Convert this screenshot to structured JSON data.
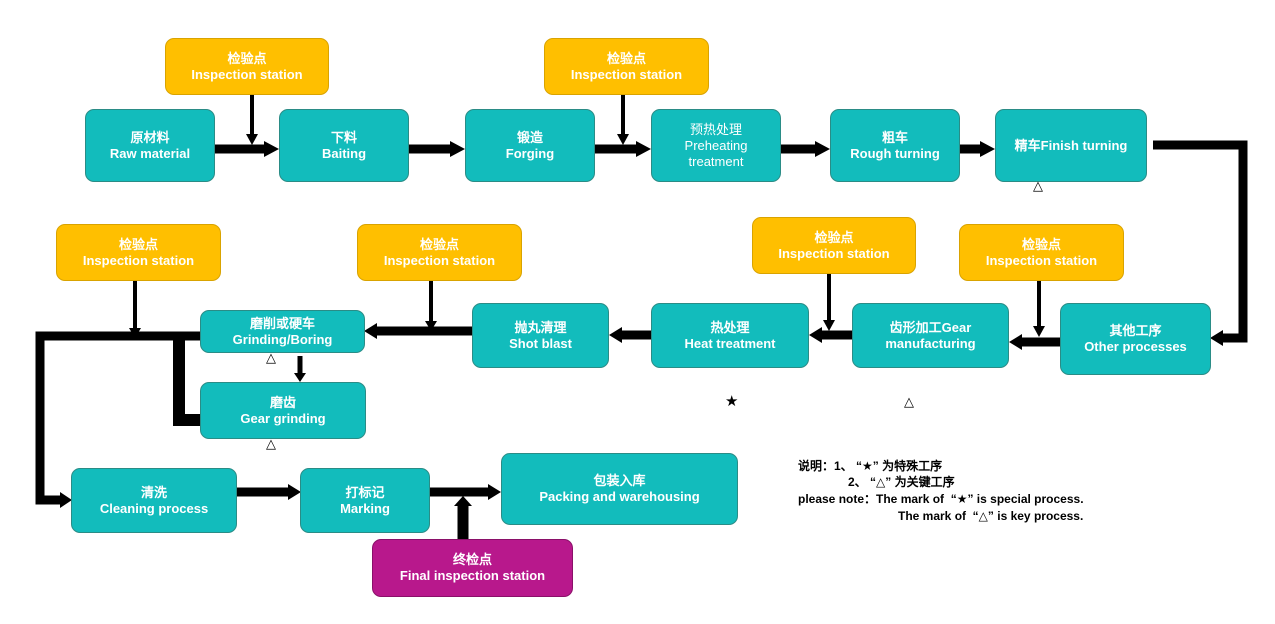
{
  "nodes": {
    "raw_material": {
      "cn": "原材料",
      "en": "Raw material"
    },
    "baiting": {
      "cn": "下料",
      "en": "Baiting"
    },
    "forging": {
      "cn": "锻造",
      "en": "Forging"
    },
    "preheating": {
      "cn": "预热处理",
      "en1": "Preheating",
      "en2": "treatment"
    },
    "rough_turning": {
      "cn": "粗车",
      "en": "Rough turning"
    },
    "finish_turning": {
      "label": "精车Finish turning"
    },
    "other_processes": {
      "cn": "其他工序",
      "en": "Other processes"
    },
    "gear_manufacturing": {
      "cn": "齿形加工Gear",
      "en": "manufacturing"
    },
    "heat_treatment": {
      "cn": "热处理",
      "en": "Heat treatment"
    },
    "shot_blast": {
      "cn": "抛丸清理",
      "en": "Shot blast"
    },
    "grinding_boring": {
      "cn": "磨削或硬车",
      "en": "Grinding/Boring"
    },
    "gear_grinding": {
      "cn": "磨齿",
      "en": "Gear grinding"
    },
    "cleaning": {
      "cn": "清洗",
      "en": "Cleaning process"
    },
    "marking": {
      "cn": "打标记",
      "en": "Marking"
    },
    "packing": {
      "cn": "包装入库",
      "en": "Packing and warehousing"
    }
  },
  "inspection": {
    "cn": "检验点",
    "en": "Inspection station"
  },
  "final_inspection": {
    "cn": "终检点",
    "en": "Final inspection station"
  },
  "symbols": {
    "key": "△",
    "special": "★"
  },
  "legend": {
    "line1": "说明：1、 “★” 为特殊工序",
    "line2": "2、 “△” 为关键工序",
    "line3": "please note：The mark of  “★” is special process.",
    "line4": "The mark of  “△” is key process."
  },
  "colors": {
    "process": "#12bcbc",
    "inspection": "#ffbf00",
    "final": "#b8188c",
    "arrow": "#000000"
  }
}
